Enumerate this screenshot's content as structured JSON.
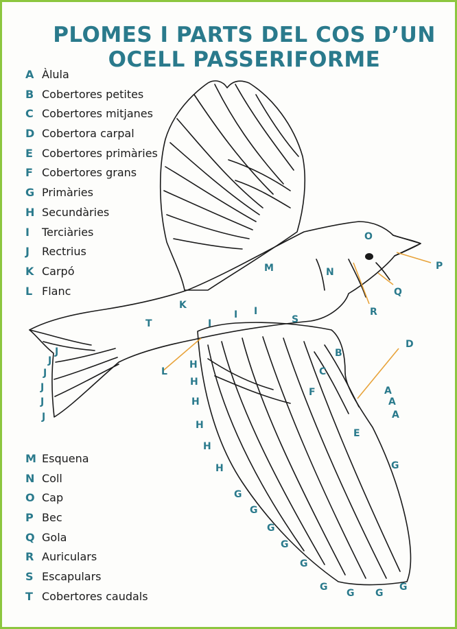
{
  "title": {
    "line1": "PLOMES I PARTS DEL COS D’UN",
    "line2": "OCELL PASSERIFORME"
  },
  "colors": {
    "title": "#2a7a8c",
    "frame": "#8cc63f",
    "leader_lines": "#e8a33a"
  },
  "legend_top": [
    {
      "letter": "A",
      "name": "Àlula"
    },
    {
      "letter": "B",
      "name": "Cobertores petites"
    },
    {
      "letter": "C",
      "name": "Cobertores mitjanes"
    },
    {
      "letter": "D",
      "name": "Cobertora carpal"
    },
    {
      "letter": "E",
      "name": "Cobertores primàries"
    },
    {
      "letter": "F",
      "name": "Cobertores grans"
    },
    {
      "letter": "G",
      "name": "Primàries"
    },
    {
      "letter": "H",
      "name": "Secundàries"
    },
    {
      "letter": "I",
      "name": "Terciàries"
    },
    {
      "letter": "J",
      "name": "Rectrius"
    },
    {
      "letter": "K",
      "name": "Carpó"
    },
    {
      "letter": "L",
      "name": "Flanc"
    }
  ],
  "legend_bottom": [
    {
      "letter": "M",
      "name": "Esquena"
    },
    {
      "letter": "N",
      "name": "Coll"
    },
    {
      "letter": "O",
      "name": "Cap"
    },
    {
      "letter": "P",
      "name": "Bec"
    },
    {
      "letter": "Q",
      "name": "Gola"
    },
    {
      "letter": "R",
      "name": "Auriculars"
    },
    {
      "letter": "S",
      "name": "Escapulars"
    },
    {
      "letter": "T",
      "name": "Cobertores caudals"
    }
  ],
  "diagram_labels": {
    "A": "A",
    "B": "B",
    "C": "C",
    "D": "D",
    "E": "E",
    "F": "F",
    "G": "G",
    "H": "H",
    "I": "I",
    "J": "J",
    "K": "K",
    "L": "L",
    "M": "M",
    "N": "N",
    "O": "O",
    "P": "P",
    "Q": "Q",
    "R": "R",
    "S": "S",
    "T": "T"
  }
}
